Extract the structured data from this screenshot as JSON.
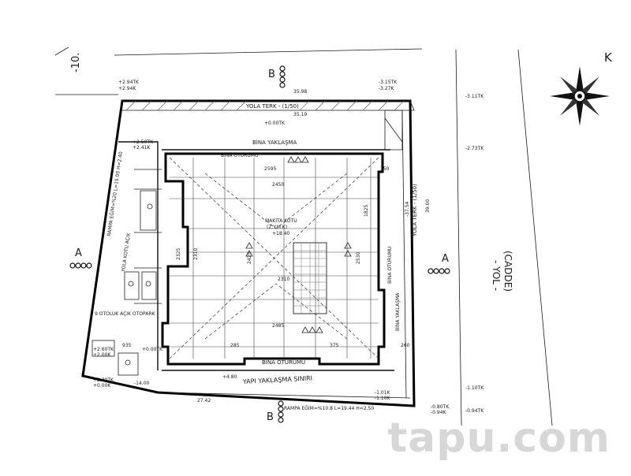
{
  "plan": {
    "compass_letter": "K",
    "section_a_label": "A",
    "section_b_label": "B",
    "road_label": "- YOL -",
    "street_label": "(CADDE)",
    "road_setback_label": "YOLA TERK - (1/50)",
    "road_setback_side_label": "YOLA TERK - (1/50)",
    "building_outline_top": "BİNA OTURUMU",
    "building_outline_bottom": "BİNA OTURUMU",
    "building_outline_right": "BİNA OTURUMU",
    "approach_limit_top": "BİNA YAKLAŞMA",
    "approach_limit_bottom": "YAPI YAKLAŞMA SINIRI",
    "approach_limit_right": "BİNA YAKLAŞMA",
    "parking_label": "9 OTOLUK AÇIK OTOPARK",
    "ramp_label_left": "RAMPA EĞİM=%20 L=15.00 H=2.40",
    "ramp_label_bottom": "RAMPA EĞİM=%10.8 L=19.44 H=2.50",
    "ramp_side_label": "YOLA KOTU AÇIK",
    "tank_label": "MAKİTA KOTU",
    "tank_sub": "(Z.Y.M.K)",
    "tank_level": "+18.40",
    "corner_label": "-10."
  },
  "levels": {
    "top_1": "+2.94TK",
    "top_2": "+2.94K",
    "top_3": "-3.15TK",
    "top_4": "-3.27K",
    "top_5": "+0.00TK",
    "right_1": "-3.11TK",
    "right_2": "-2.73TK",
    "right_3": "-1.10TK",
    "right_4": "-0.94TK",
    "right_5": "-0.80TK",
    "right_6": "-0.94K",
    "left_1": "+2.50TK",
    "left_2": "+2.41K",
    "left_3": "+2.60TK",
    "left_4": "+2.00K",
    "left_5": "+0.00TK",
    "bottom_1": "+4.80",
    "bottom_2": "+2.30TK",
    "bottom_3": "+0.00K",
    "bottom_4": "-14.00",
    "bottom_5": "-1.01K",
    "bottom_6": "-1.10K"
  },
  "dimensions": {
    "d_top_1": "2595",
    "d_top_2": "2450",
    "d_mid_1": "2310",
    "d_mid_2": "2310",
    "d_mid_3": "2485",
    "d_mid_4": "2425",
    "d_left_1": "2325",
    "d_bottom_1": "285",
    "d_bottom_2": "375",
    "d_bottom_3": "935",
    "d_right_1": "1825",
    "d_right_2": "2530",
    "d_right_3": "150",
    "d_right_4": "260",
    "d_top_road": "35.98",
    "d_top_road2": "35.19",
    "d_right_road": "39.00",
    "d_left_road": "-37.54",
    "d_bottom_road": "27.42"
  },
  "watermark": "tapu.com"
}
